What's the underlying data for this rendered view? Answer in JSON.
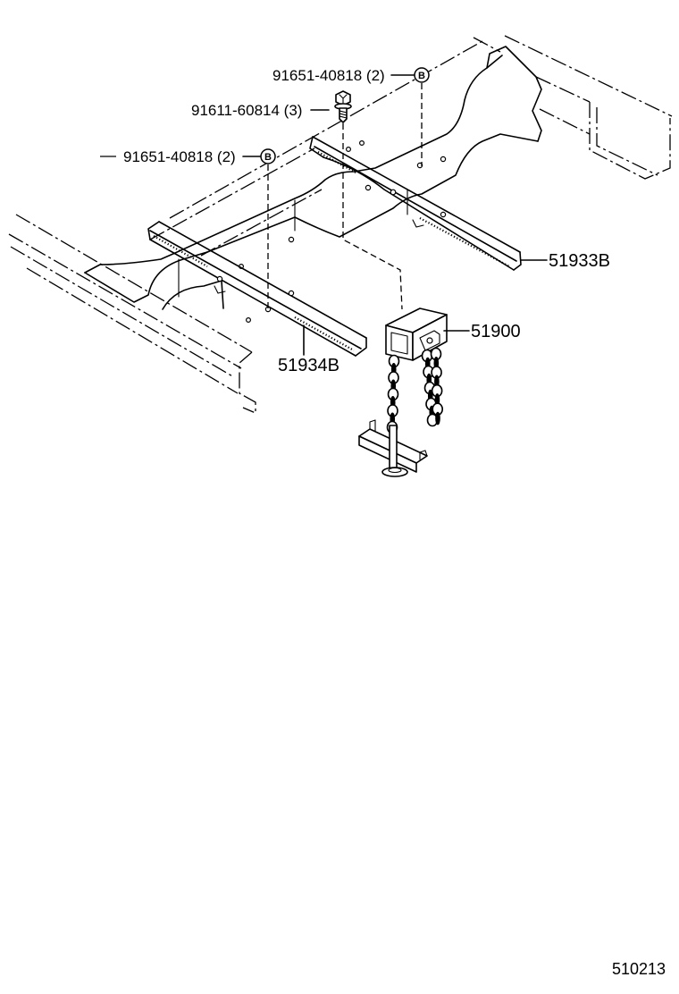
{
  "callouts": {
    "top_bolt": {
      "label": "91651-40818 (2)",
      "marker": "B"
    },
    "screw": {
      "label": "91611-60814 (3)"
    },
    "left_bolt": {
      "label": "91651-40818 (2)",
      "marker": "B"
    },
    "bracket_right": {
      "label": "51933B"
    },
    "hoist": {
      "label": "51900"
    },
    "bracket_left": {
      "label": "51934B"
    }
  },
  "illustration_number": "510213",
  "colors": {
    "line": "#000000",
    "background": "#ffffff"
  }
}
